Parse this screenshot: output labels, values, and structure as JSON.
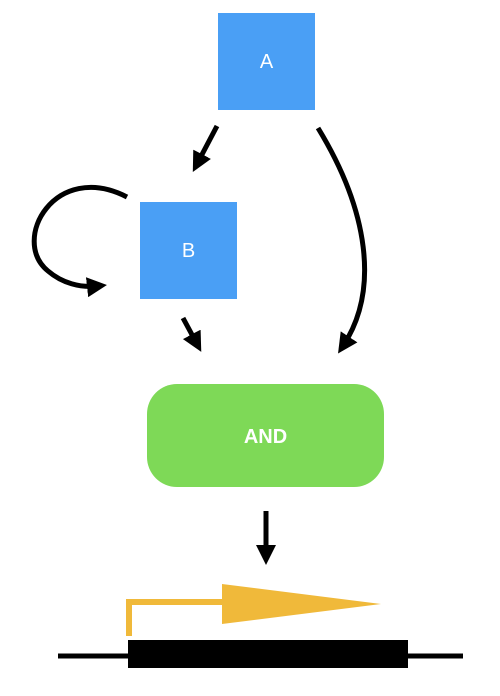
{
  "diagram": {
    "nodes": {
      "a": {
        "label": "A"
      },
      "b": {
        "label": "B"
      },
      "and_gate": {
        "label": "AND"
      }
    },
    "edges": [
      {
        "from": "A",
        "to": "B"
      },
      {
        "from": "A",
        "to": "AND"
      },
      {
        "from": "B",
        "to": "B"
      },
      {
        "from": "B",
        "to": "AND"
      },
      {
        "from": "AND",
        "to": "gene"
      }
    ]
  },
  "colors": {
    "node_fill": "#4a9ff5",
    "gate_fill": "#7ed957",
    "arrow": "#000000",
    "promoter": "#f0b93a",
    "gene_bar": "#000000"
  }
}
